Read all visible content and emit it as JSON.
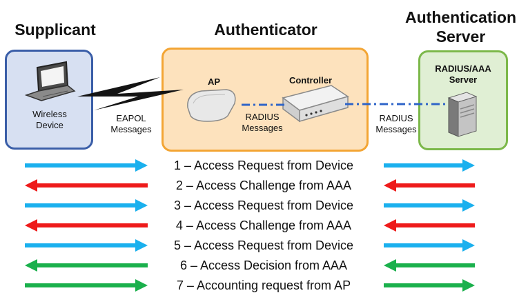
{
  "headings": {
    "supplicant": "Supplicant",
    "authenticator": "Authenticator",
    "server_line1": "Authentication",
    "server_line2": "Server"
  },
  "labels": {
    "wireless_device_1": "Wireless",
    "wireless_device_2": "Device",
    "eapol_1": "EAPOL",
    "eapol_2": "Messages",
    "ap": "AP",
    "controller": "Controller",
    "radius_inner_1": "RADIUS",
    "radius_inner_2": "Messages",
    "radius_outer_1": "RADIUS",
    "radius_outer_2": "Messages",
    "aaa_server_1": "RADIUS/AAA",
    "aaa_server_2": "Server"
  },
  "colors": {
    "request": "#1ab0ee",
    "challenge": "#ee1a1a",
    "decision": "#1ab04c",
    "supplicant_box": "#3a5ea8",
    "authenticator_box": "#f3a534",
    "server_box": "#7cb84a"
  },
  "steps": [
    {
      "text": "1 – Access Request from Device",
      "direction": "right",
      "type": "request"
    },
    {
      "text": "2 – Access Challenge from AAA",
      "direction": "left",
      "type": "challenge"
    },
    {
      "text": "3 – Access Request from Device",
      "direction": "right",
      "type": "request"
    },
    {
      "text": "4 – Access Challenge from AAA",
      "direction": "left",
      "type": "challenge"
    },
    {
      "text": "5 – Access Request from Device",
      "direction": "right",
      "type": "request"
    },
    {
      "text": "6 – Access Decision from AAA",
      "direction": "left",
      "type": "decision"
    },
    {
      "text": "7 – Accounting request from AP",
      "direction": "right",
      "type": "decision"
    }
  ]
}
